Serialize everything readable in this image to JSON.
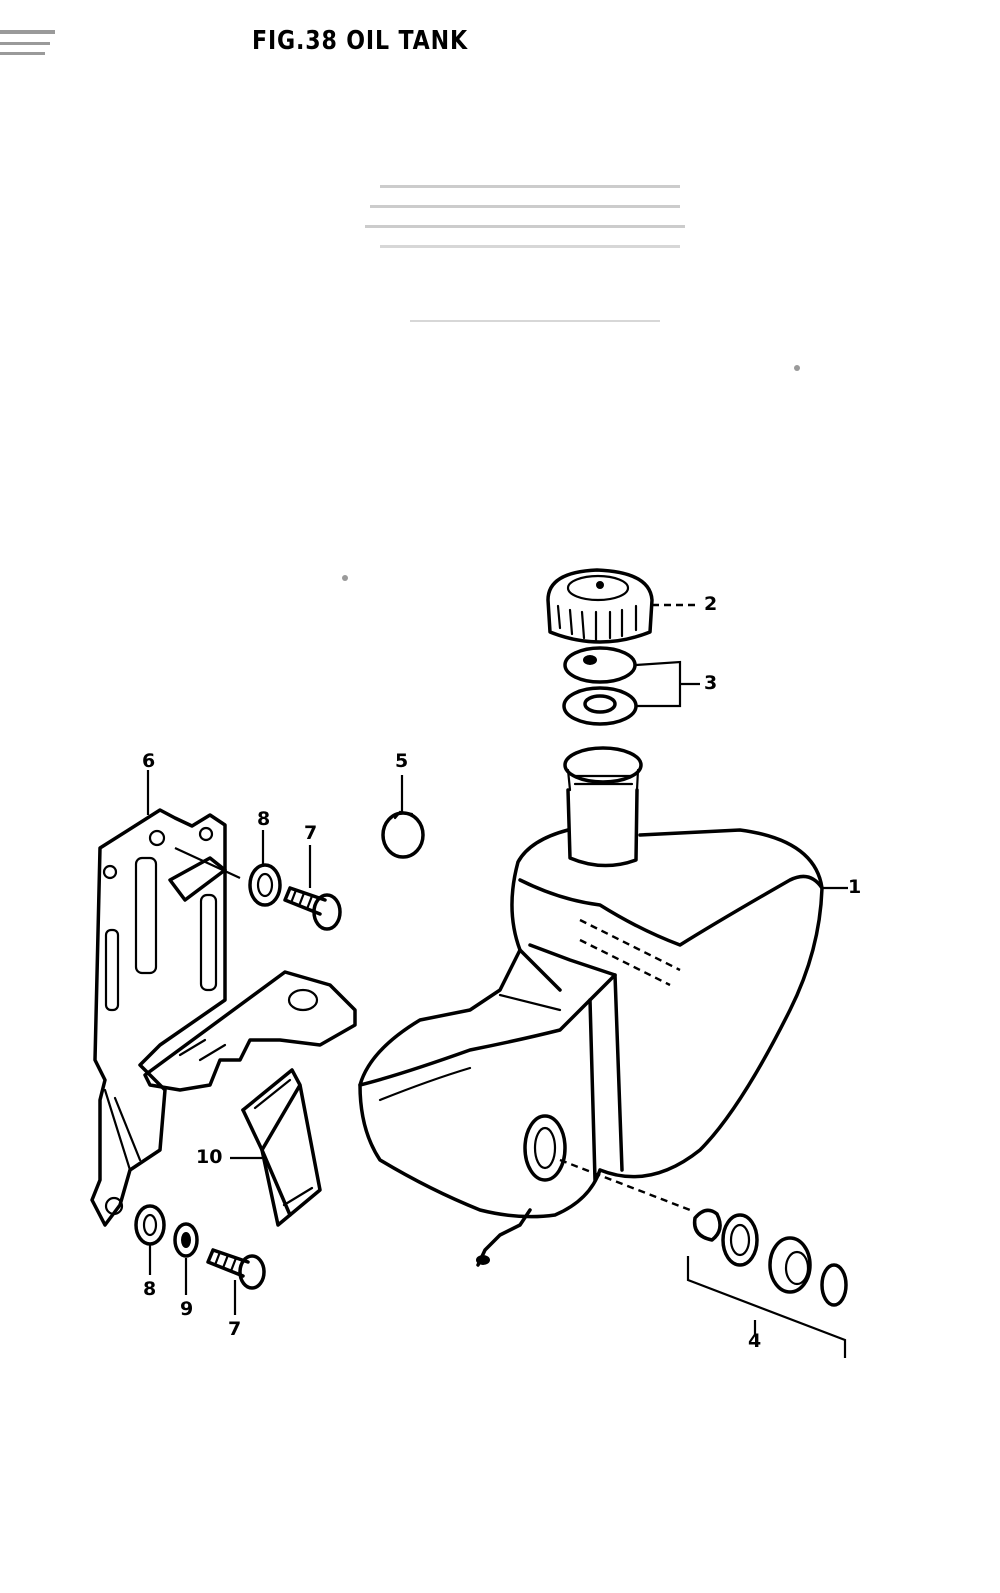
{
  "figure": {
    "title": "FIG.38  OIL TANK"
  },
  "callouts": [
    {
      "id": "1",
      "text": "1"
    },
    {
      "id": "2",
      "text": "2"
    },
    {
      "id": "3",
      "text": "3"
    },
    {
      "id": "4",
      "text": "4"
    },
    {
      "id": "5",
      "text": "5"
    },
    {
      "id": "6",
      "text": "6"
    },
    {
      "id": "7a",
      "text": "7"
    },
    {
      "id": "8a",
      "text": "8"
    },
    {
      "id": "10",
      "text": "10"
    },
    {
      "id": "8b",
      "text": "8"
    },
    {
      "id": "9",
      "text": "9"
    },
    {
      "id": "7b",
      "text": "7"
    }
  ]
}
